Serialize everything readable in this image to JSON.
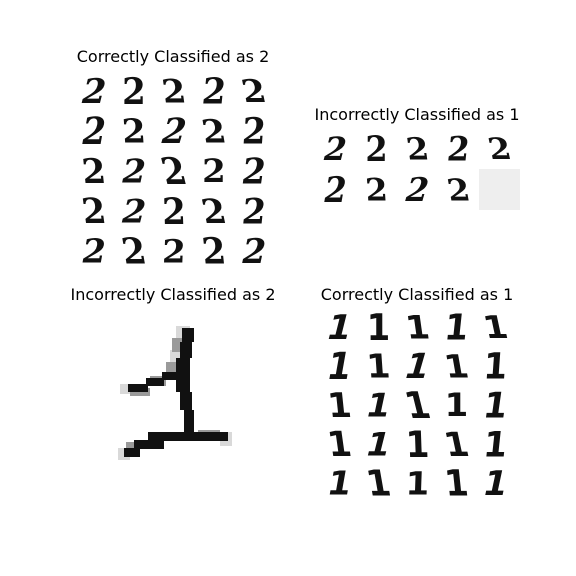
{
  "panels": [
    {
      "id": "correct-2",
      "title": "Correctly Classified as 2",
      "glyphs": [
        "2",
        "2",
        "2",
        "2",
        "2",
        "2",
        "2",
        "2",
        "2",
        "2",
        "2",
        "2",
        "2",
        "2",
        "2",
        "2",
        "2",
        "2",
        "2",
        "2",
        "2",
        "2",
        "2",
        "2",
        "2"
      ],
      "blank_cells": 0
    },
    {
      "id": "incorrect-1",
      "title": "Incorrectly Classified as 1",
      "glyphs": [
        "2",
        "2",
        "2",
        "2",
        "2",
        "2",
        "2",
        "2",
        "2"
      ],
      "blank_cells": 1
    },
    {
      "id": "incorrect-2",
      "title": "Incorrectly Classified as 2",
      "glyphs": [],
      "blank_cells": 0
    },
    {
      "id": "correct-1",
      "title": "Correctly Classified as 1",
      "glyphs": [
        "1",
        "1",
        "1",
        "1",
        "1",
        "1",
        "1",
        "1",
        "1",
        "1",
        "1",
        "1",
        "1",
        "1",
        "1",
        "1",
        "1",
        "1",
        "1",
        "1",
        "1",
        "1",
        "1",
        "1",
        "1"
      ],
      "blank_cells": 0
    }
  ],
  "colors": {
    "ink": "#111111",
    "blank_cell": "#eeeeee",
    "background": "#ffffff"
  }
}
